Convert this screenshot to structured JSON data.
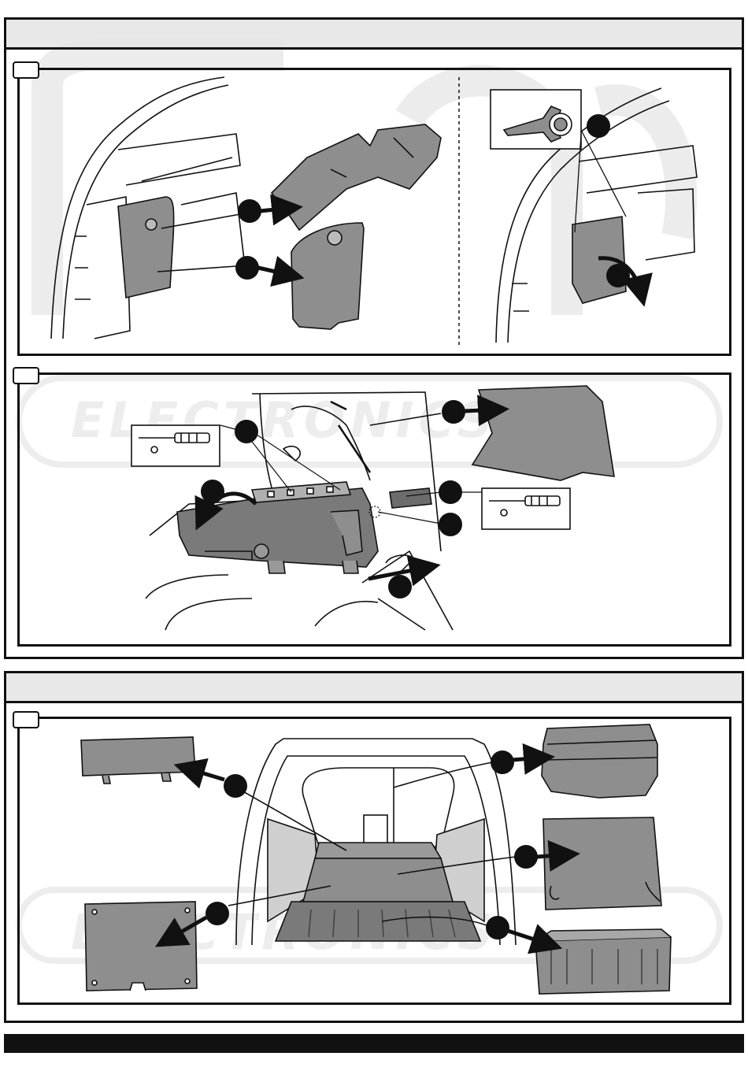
{
  "watermark": {
    "logo_text": "ECS",
    "brand_text": "ELECTRONICS"
  },
  "colors": {
    "line": "#111111",
    "panel_fill": "#8e8e8e",
    "panel_dark": "#6c6c6c",
    "header_fill": "#e4e4e4",
    "watermark": "#efefef"
  },
  "icons": {
    "callout": "filled-circle-marker",
    "arrow": "bold-right-arrow",
    "tool": "screwdriver-icon",
    "fastener": "push-clip-icon"
  }
}
